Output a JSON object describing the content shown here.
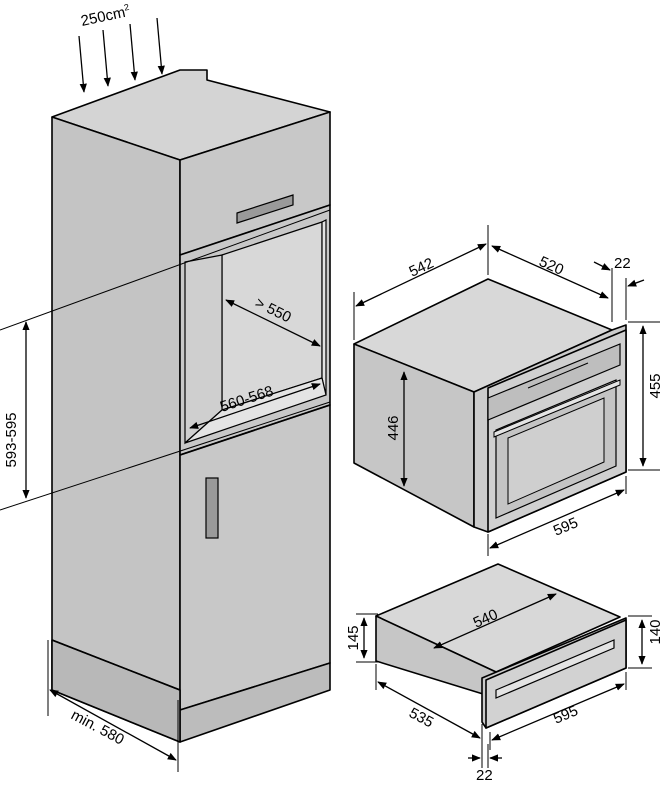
{
  "ventilation": {
    "value": "250cm",
    "sup": "2"
  },
  "cabinet": {
    "niche_depth": "> 550",
    "niche_width": "560-568",
    "niche_height": "593-595",
    "min_depth": "min. 580"
  },
  "oven": {
    "depth": "542",
    "body_depth": "520",
    "front_thickness": "22",
    "height": "455",
    "body_height": "446",
    "width": "595"
  },
  "drawer": {
    "depth": "540",
    "body_height": "145",
    "height": "140",
    "body_depth": "535",
    "width": "595",
    "front_thickness": "22"
  },
  "colors": {
    "panel": "#c8c8c8",
    "panel_dark": "#b4b4b4",
    "panel_light": "#d4d4d4",
    "line": "#000000",
    "handle": "#9a9a9a"
  }
}
